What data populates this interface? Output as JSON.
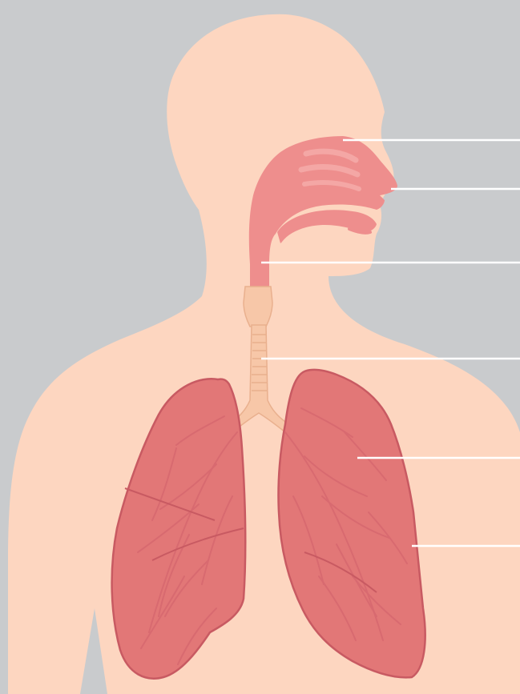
{
  "diagram": {
    "subject": "human-respiratory-system",
    "colors": {
      "background": "#c9cbcd",
      "skin": "#fdd6c0",
      "airway": "#ee8e8d",
      "airway_dark": "#e67c7d",
      "lung": "#e27777",
      "lung_outline": "#c85a62",
      "lung_vessels": "#d86a70",
      "trachea": "#f7c7a8",
      "trachea_rings": "#e9b08e",
      "leader_line": "#ffffff"
    },
    "structures": [
      {
        "id": "nasal-cavity",
        "labeled": false
      },
      {
        "id": "nostril",
        "labeled": false
      },
      {
        "id": "pharynx",
        "labeled": false
      },
      {
        "id": "trachea",
        "labeled": false
      },
      {
        "id": "bronchi",
        "labeled": false
      },
      {
        "id": "right-lung",
        "labeled": false
      },
      {
        "id": "left-lung",
        "labeled": false
      }
    ],
    "leader_line_count": 6
  }
}
